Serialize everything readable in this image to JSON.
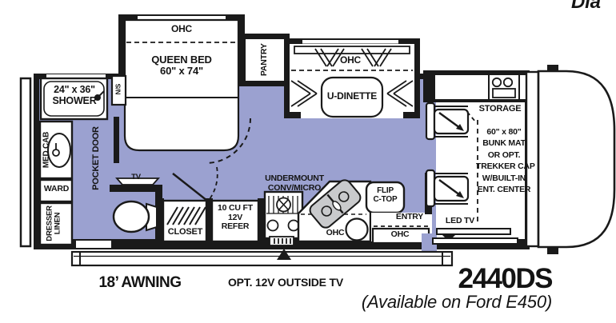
{
  "watermark": {
    "text": "Dia"
  },
  "colors": {
    "floor": "#9ba1d0",
    "wall": "#1a1a1a",
    "sink_gray": "#c9cacc"
  },
  "bath": {
    "shower_line1": "24\" x 36\"",
    "shower_line2": "SHOWER",
    "med_cab": "MED CAB",
    "ward": "WARD",
    "dresser": "DRESSER",
    "linen": "LINEN",
    "tv": "TV"
  },
  "bedroom": {
    "ohc": "OHC",
    "bed_line1": "QUEEN BED",
    "bed_line2": "60\" x 74\"",
    "nightstand": "N/S",
    "pocket_door": "POCKET DOOR"
  },
  "dinette": {
    "pantry": "PANTRY",
    "ohc": "OHC",
    "table": "U-DINETTE"
  },
  "kitchen": {
    "closet": "CLOSET",
    "refer_line1": "10 CU FT",
    "refer_line2": "12V",
    "refer_line3": "REFER",
    "undermount_line1": "UNDERMOUNT",
    "undermount_line2": "CONV/MICRO",
    "ohc": "OHC",
    "flip_line1": "FLIP",
    "flip_line2": "C-TOP"
  },
  "entry": {
    "label": "ENTRY",
    "ohc": "OHC"
  },
  "front": {
    "storage": "STORAGE",
    "led_tv": "LED TV",
    "bunk_lines": [
      "60\" x 80\"",
      "BUNK MAT",
      "OR OPT.",
      "TREKKER CAP",
      "W/BUILT-IN",
      "ENT. CENTER"
    ]
  },
  "footer": {
    "awning": "18’ AWNING",
    "outside_tv": "OPT. 12V OUTSIDE TV",
    "model": "2440DS",
    "chassis": "(Available on Ford E450)"
  }
}
